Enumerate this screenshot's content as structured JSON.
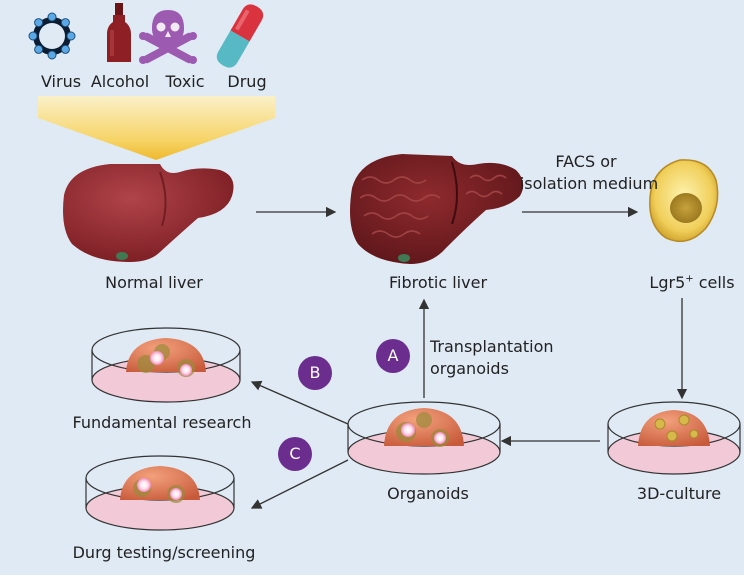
{
  "causes": [
    {
      "label": "Virus",
      "icon": "virus-icon"
    },
    {
      "label": "Alcohol",
      "icon": "bottle-icon"
    },
    {
      "label": "Toxic",
      "icon": "skull-crossbones-icon"
    },
    {
      "label": "Drug",
      "icon": "capsule-icon"
    }
  ],
  "labels": {
    "normal_liver": "Normal liver",
    "fibrotic_liver": "Fibrotic liver",
    "lgr5_base": "Lgr5",
    "lgr5_sup": "+",
    "lgr5_tail": " cells",
    "facs_line1": "FACS or",
    "facs_line2": "isolation medium",
    "transplant_line1": "Transplantation",
    "transplant_line2": "organoids",
    "fundamental": "Fundamental research",
    "drug_testing": "Durg testing/screening",
    "organoids": "Organoids",
    "culture": "3D-culture"
  },
  "badges": {
    "a": "A",
    "b": "B",
    "c": "C"
  },
  "colors": {
    "background": "#dfeaf4",
    "funnel": "#f4c842",
    "liver": "#8a2428",
    "fibrotic": "#6e1c1e",
    "dish": "#f2c9d6",
    "organoid": "#d9714a",
    "badge": "#6b2e8e"
  }
}
